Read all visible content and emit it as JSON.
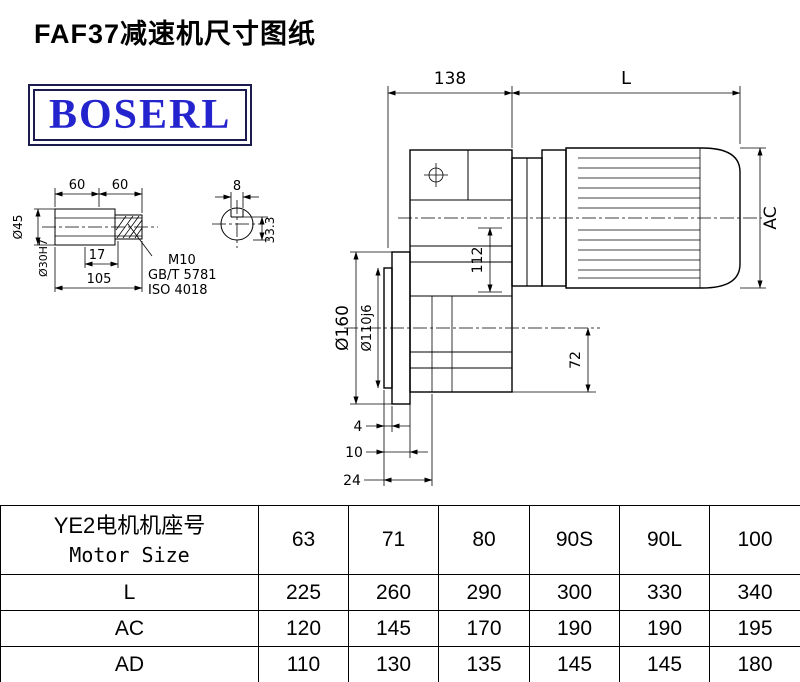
{
  "header": {
    "title": "FAF37减速机尺寸图纸"
  },
  "logo": {
    "text": "BOSERL",
    "text_color": "#2424cf",
    "border_color": "#1b1b4f"
  },
  "drawing": {
    "dim_138": "138",
    "dim_L": "L",
    "dim_AC": "AC",
    "dim_112": "112",
    "dim_flange_od": "Ø160",
    "dim_spigot": "Ø110j6",
    "dim_72": "72",
    "dim_4": "4",
    "dim_10": "10",
    "dim_24": "24",
    "dim_60a": "60",
    "dim_60b": "60",
    "dim_8": "8",
    "dim_shaft_od": "Ø45",
    "dim_bore": "Ø30H7",
    "dim_17": "17",
    "dim_105": "105",
    "dim_333": "33.3",
    "thread_spec": "M10",
    "standard_1": "GB/T 5781",
    "standard_2": "ISO 4018"
  },
  "table": {
    "header": {
      "line1": "YE2电机机座号",
      "line2": "Motor Size"
    },
    "columns": [
      "63",
      "71",
      "80",
      "90S",
      "90L",
      "100"
    ],
    "rows": [
      {
        "label": "L",
        "values": [
          "225",
          "260",
          "290",
          "300",
          "330",
          "340"
        ]
      },
      {
        "label": "AC",
        "values": [
          "120",
          "145",
          "170",
          "190",
          "190",
          "195"
        ]
      },
      {
        "label": "AD",
        "values": [
          "110",
          "130",
          "135",
          "145",
          "145",
          "180"
        ]
      }
    ]
  }
}
